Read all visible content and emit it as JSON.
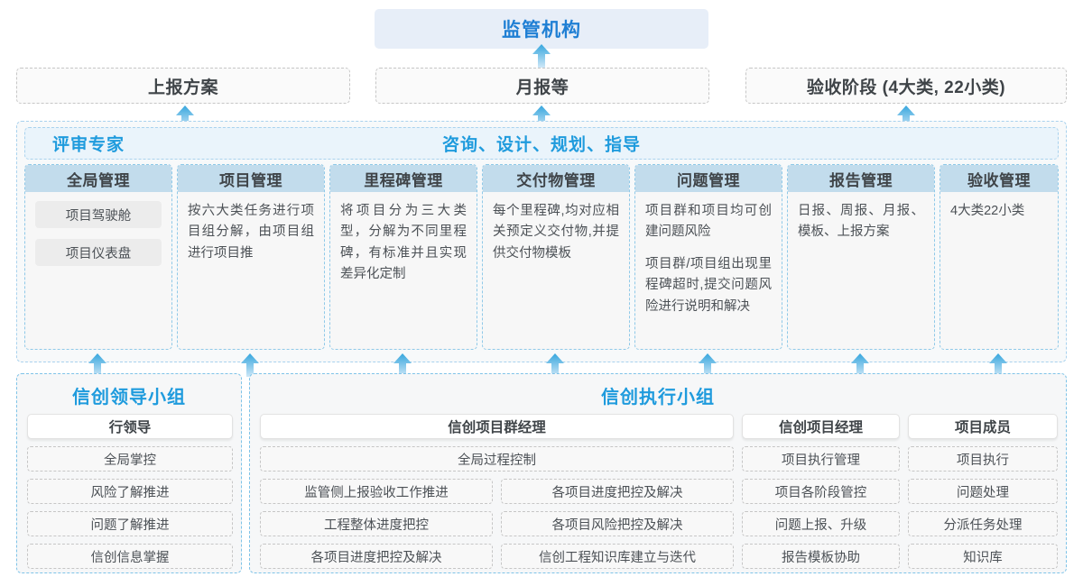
{
  "top": {
    "regulator": "监管机构",
    "reports": [
      "上报方案",
      "月报等",
      "验收阶段 (4大类, 22小类)"
    ]
  },
  "expert_band": {
    "label_left": "评审专家",
    "label_right": "咨询、设计、规划、指导",
    "cards": [
      {
        "title": "全局管理",
        "chips": [
          "项目驾驶舱",
          "项目仪表盘"
        ],
        "paragraphs": []
      },
      {
        "title": "项目管理",
        "chips": [],
        "paragraphs": [
          "按六大类任务进行项目组分解，由项目组进行项目推"
        ]
      },
      {
        "title": "里程碑管理",
        "chips": [],
        "paragraphs": [
          "将项目分为三大类型，分解为不同里程碑，有标准并且实现差异化定制"
        ]
      },
      {
        "title": "交付物管理",
        "chips": [],
        "paragraphs": [
          "每个里程碑,均对应相关预定义交付物,并提供交付物模板"
        ]
      },
      {
        "title": "问题管理",
        "chips": [],
        "paragraphs": [
          "项目群和项目均可创建问题风险",
          "项目群/项目组出现里程碑超时,提交问题风险进行说明和解决"
        ]
      },
      {
        "title": "报告管理",
        "chips": [],
        "paragraphs": [
          "日报、周报、月报、模板、上报方案"
        ]
      },
      {
        "title": "验收管理",
        "chips": [],
        "paragraphs": [
          "4大类22小类"
        ]
      }
    ]
  },
  "bottom": {
    "leader_group": {
      "title": "信创领导小组",
      "role": "行领导",
      "items": [
        "全局掌控",
        "风险了解推进",
        "问题了解推进",
        "信创信息掌握"
      ]
    },
    "exec_group": {
      "title": "信创执行小组",
      "program_manager": {
        "role": "信创项目群经理",
        "full_width_item": "全局过程控制",
        "rows": [
          [
            "监管侧上报验收工作推进",
            "各项目进度把控及解决"
          ],
          [
            "工程整体进度把控",
            "各项目风险把控及解决"
          ],
          [
            "各项目进度把控及解决",
            "信创工程知识库建立与迭代"
          ]
        ]
      },
      "project_manager": {
        "role": "信创项目经理",
        "items": [
          "项目执行管理",
          "项目各阶段管控",
          "问题上报、升级",
          "报告模板协助"
        ]
      },
      "project_member": {
        "role": "项目成员",
        "items": [
          "项目执行",
          "问题处理",
          "分派任务处理",
          "知识库"
        ]
      }
    }
  },
  "colors": {
    "brand_blue": "#1f9bdd",
    "regulator_bg": "#e7eef8",
    "card_head_bg": "#c2dcec",
    "arrow_blue": "#3fa9e0"
  }
}
